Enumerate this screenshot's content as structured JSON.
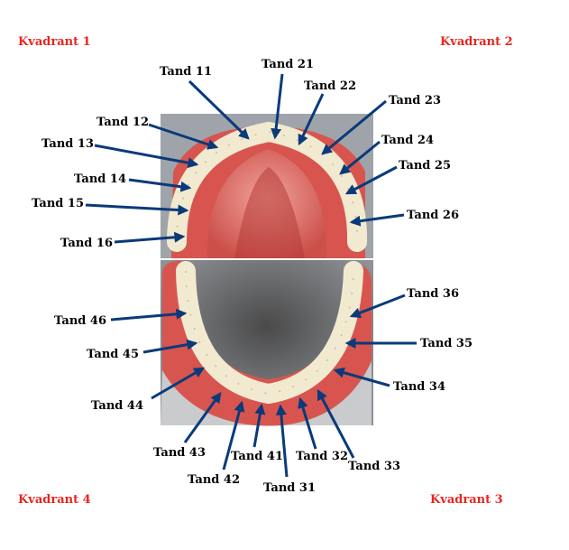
{
  "colors": {
    "quadrant_label": "#e8251f",
    "arrow": "#0a3a7a",
    "gum": "#e06c64",
    "tooth": "#f1ead0"
  },
  "quadrants": [
    "Kvadrant 1",
    "Kvadrant 2",
    "Kvadrant 4",
    "Kvadrant 3"
  ],
  "teeth": [
    "Tand 11",
    "Tand 12",
    "Tand 13",
    "Tand 14",
    "Tand 15",
    "Tand 16",
    "Tand 21",
    "Tand 22",
    "Tand 23",
    "Tand 24",
    "Tand 25",
    "Tand 26",
    "Tand 36",
    "Tand 35",
    "Tand 34",
    "Tand 33",
    "Tand 32",
    "Tand 31",
    "Tand 46",
    "Tand 45",
    "Tand 44",
    "Tand 43",
    "Tand 42",
    "Tand 41"
  ]
}
